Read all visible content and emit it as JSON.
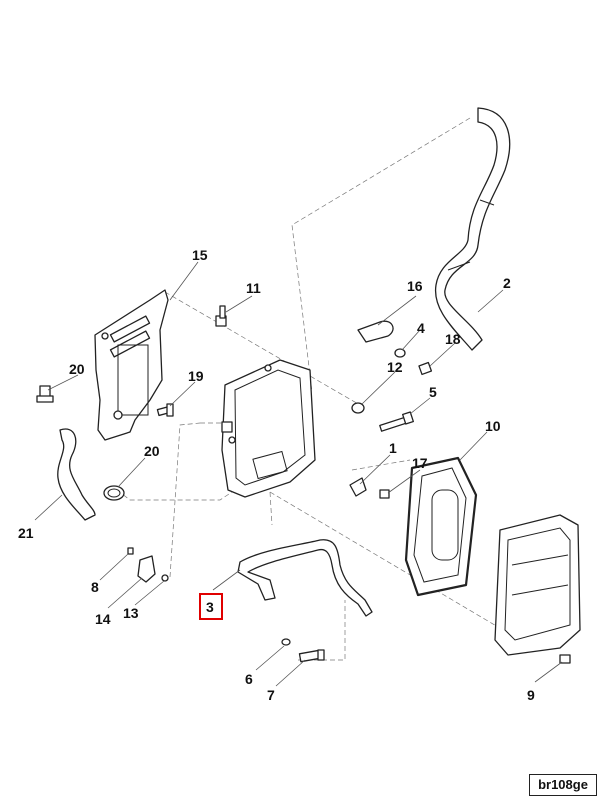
{
  "callouts": [
    {
      "id": "c1",
      "label": "1"
    },
    {
      "id": "c2",
      "label": "2"
    },
    {
      "id": "c3",
      "label": "3",
      "highlighted": true
    },
    {
      "id": "c4",
      "label": "4"
    },
    {
      "id": "c5",
      "label": "5"
    },
    {
      "id": "c6",
      "label": "6"
    },
    {
      "id": "c7",
      "label": "7"
    },
    {
      "id": "c8",
      "label": "8"
    },
    {
      "id": "c9",
      "label": "9"
    },
    {
      "id": "c10",
      "label": "10"
    },
    {
      "id": "c11",
      "label": "11"
    },
    {
      "id": "c12",
      "label": "12"
    },
    {
      "id": "c13",
      "label": "13"
    },
    {
      "id": "c14",
      "label": "14"
    },
    {
      "id": "c15",
      "label": "15"
    },
    {
      "id": "c16",
      "label": "16"
    },
    {
      "id": "c17",
      "label": "17"
    },
    {
      "id": "c18",
      "label": "18"
    },
    {
      "id": "c19",
      "label": "19"
    },
    {
      "id": "c20a",
      "label": "20"
    },
    {
      "id": "c20b",
      "label": "20"
    },
    {
      "id": "c21",
      "label": "21"
    }
  ],
  "reference_code": "br108ge",
  "highlight_color": "#e00000"
}
